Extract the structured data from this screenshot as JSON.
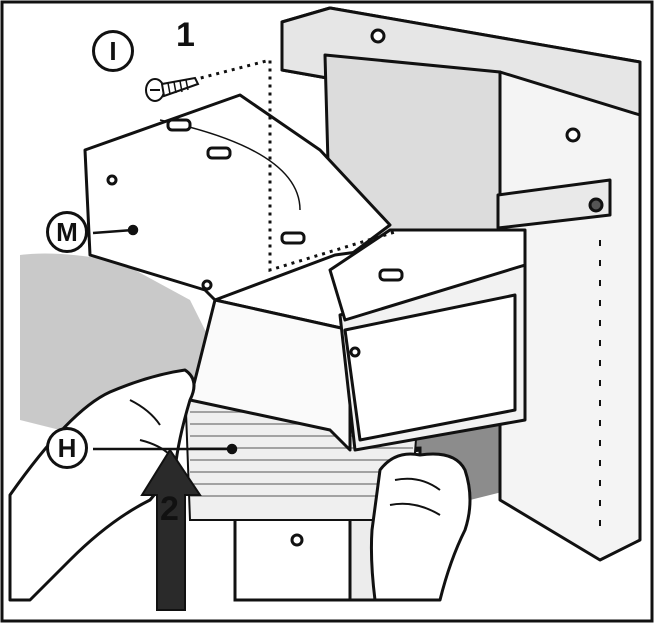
{
  "callouts": {
    "screw": "I",
    "adapter": "M",
    "hose": "H"
  },
  "steps": {
    "first": "1",
    "second": "2"
  },
  "colors": {
    "line": "#111111",
    "panel_gray": "#d9d9d9",
    "shadow_gray": "#8c8c8c",
    "arrow": "#2a2a2a"
  }
}
